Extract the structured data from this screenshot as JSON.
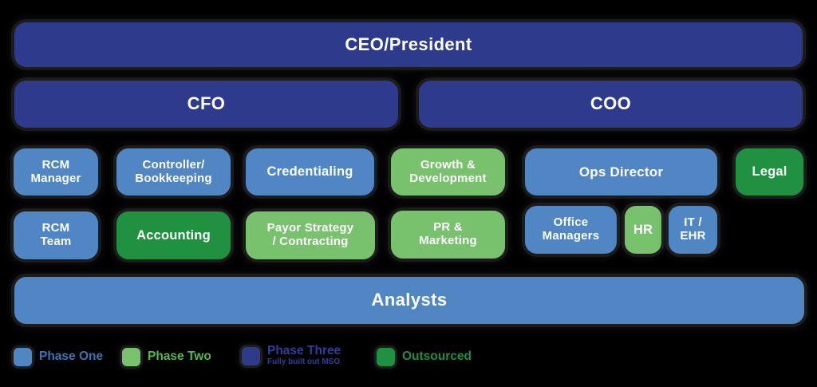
{
  "colors": {
    "background": "#000000",
    "dark_blue": "#2e3b8c",
    "mid_blue": "#4f86c3",
    "light_green": "#78c26d",
    "dark_green": "#1f9141",
    "box_text": "#ffffff",
    "legend_blue": "#3a74b4",
    "legend_green": "#55b84b",
    "legend_dark_blue": "#2e3f9e",
    "legend_dark_green": "#1b9141"
  },
  "org": {
    "ceo": "CEO/President",
    "cfo": "CFO",
    "coo": "COO",
    "rcm_manager": "RCM\nManager",
    "controller_bookkeeping": "Controller/\nBookkeeping",
    "credentialing": "Credentialing",
    "growth_development": "Growth &\nDevelopment",
    "ops_director": "Ops Director",
    "legal": "Legal",
    "rcm_team": "RCM\nTeam",
    "accounting": "Accounting",
    "payor_strategy_contracting": "Payor Strategy\n/ Contracting",
    "pr_marketing": "PR &\nMarketing",
    "office_managers": "Office\nManagers",
    "hr": "HR",
    "it_ehr": "IT /\nEHR",
    "analysts": "Analysts"
  },
  "legend": {
    "items": [
      {
        "label": "Phase One",
        "color": "#4f86c3"
      },
      {
        "label": "Phase Two",
        "color": "#78c26d"
      },
      {
        "label": "Phase Three",
        "sublabel": "Fully built out MSO",
        "color": "#2e3b8c"
      },
      {
        "label": "Outsourced",
        "color": "#1f9141"
      }
    ]
  }
}
